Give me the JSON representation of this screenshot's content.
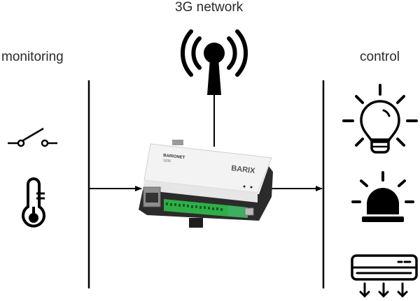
{
  "labels": {
    "network": "3G network",
    "monitoring": "monitoring",
    "control": "control"
  },
  "device": {
    "model_name": "BARIONET",
    "model_number": "1100",
    "brand": "BARIX"
  },
  "inputs": [
    {
      "name": "switch",
      "icon": "switch-icon"
    },
    {
      "name": "temperature sensor",
      "icon": "thermometer-icon"
    }
  ],
  "outputs": [
    {
      "name": "light",
      "icon": "lightbulb-icon"
    },
    {
      "name": "alarm beacon",
      "icon": "alarm-beacon-icon"
    },
    {
      "name": "air conditioner",
      "icon": "air-conditioner-icon"
    }
  ],
  "colors": {
    "line": "#000000",
    "device_body": "#f2f2f2",
    "device_base": "#2b2b2b",
    "terminal_green": "#2fae48",
    "text": "#2a2a2a"
  }
}
